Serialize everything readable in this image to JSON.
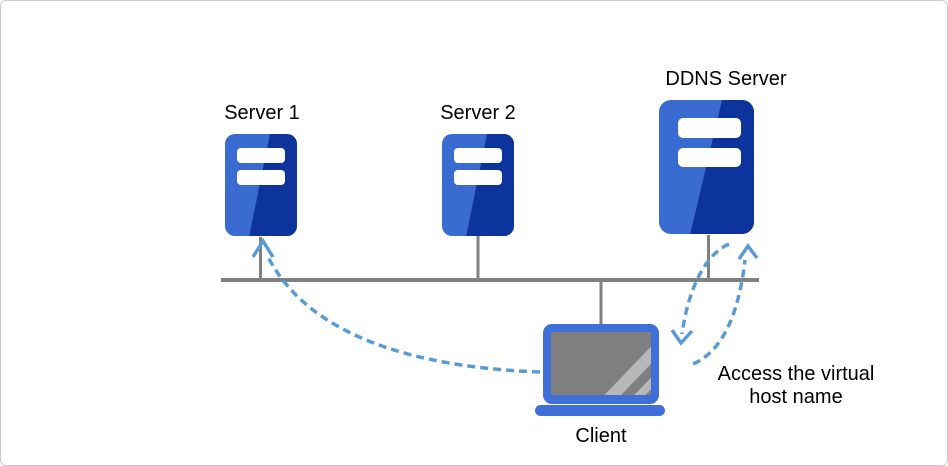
{
  "diagram": {
    "nodes": {
      "server1": {
        "label": "Server 1"
      },
      "server2": {
        "label": "Server 2"
      },
      "ddns_server": {
        "label": "DDNS Server"
      },
      "client": {
        "label": "Client"
      }
    },
    "annotation": {
      "text": "Access the virtual host name"
    },
    "colors": {
      "server_face_light": "#3A6BD0",
      "server_face_dark": "#0D339C",
      "slot_white": "#FFFFFF",
      "laptop_blue": "#3F6FD9",
      "screen_gray": "#7F7F7F",
      "screen_glare_gray": "#B8B8B8",
      "connector_gray": "#808080",
      "arrow_blue": "#5B9BD5",
      "canvas_border": "#CBCBCB",
      "label_text": "#000000"
    }
  }
}
